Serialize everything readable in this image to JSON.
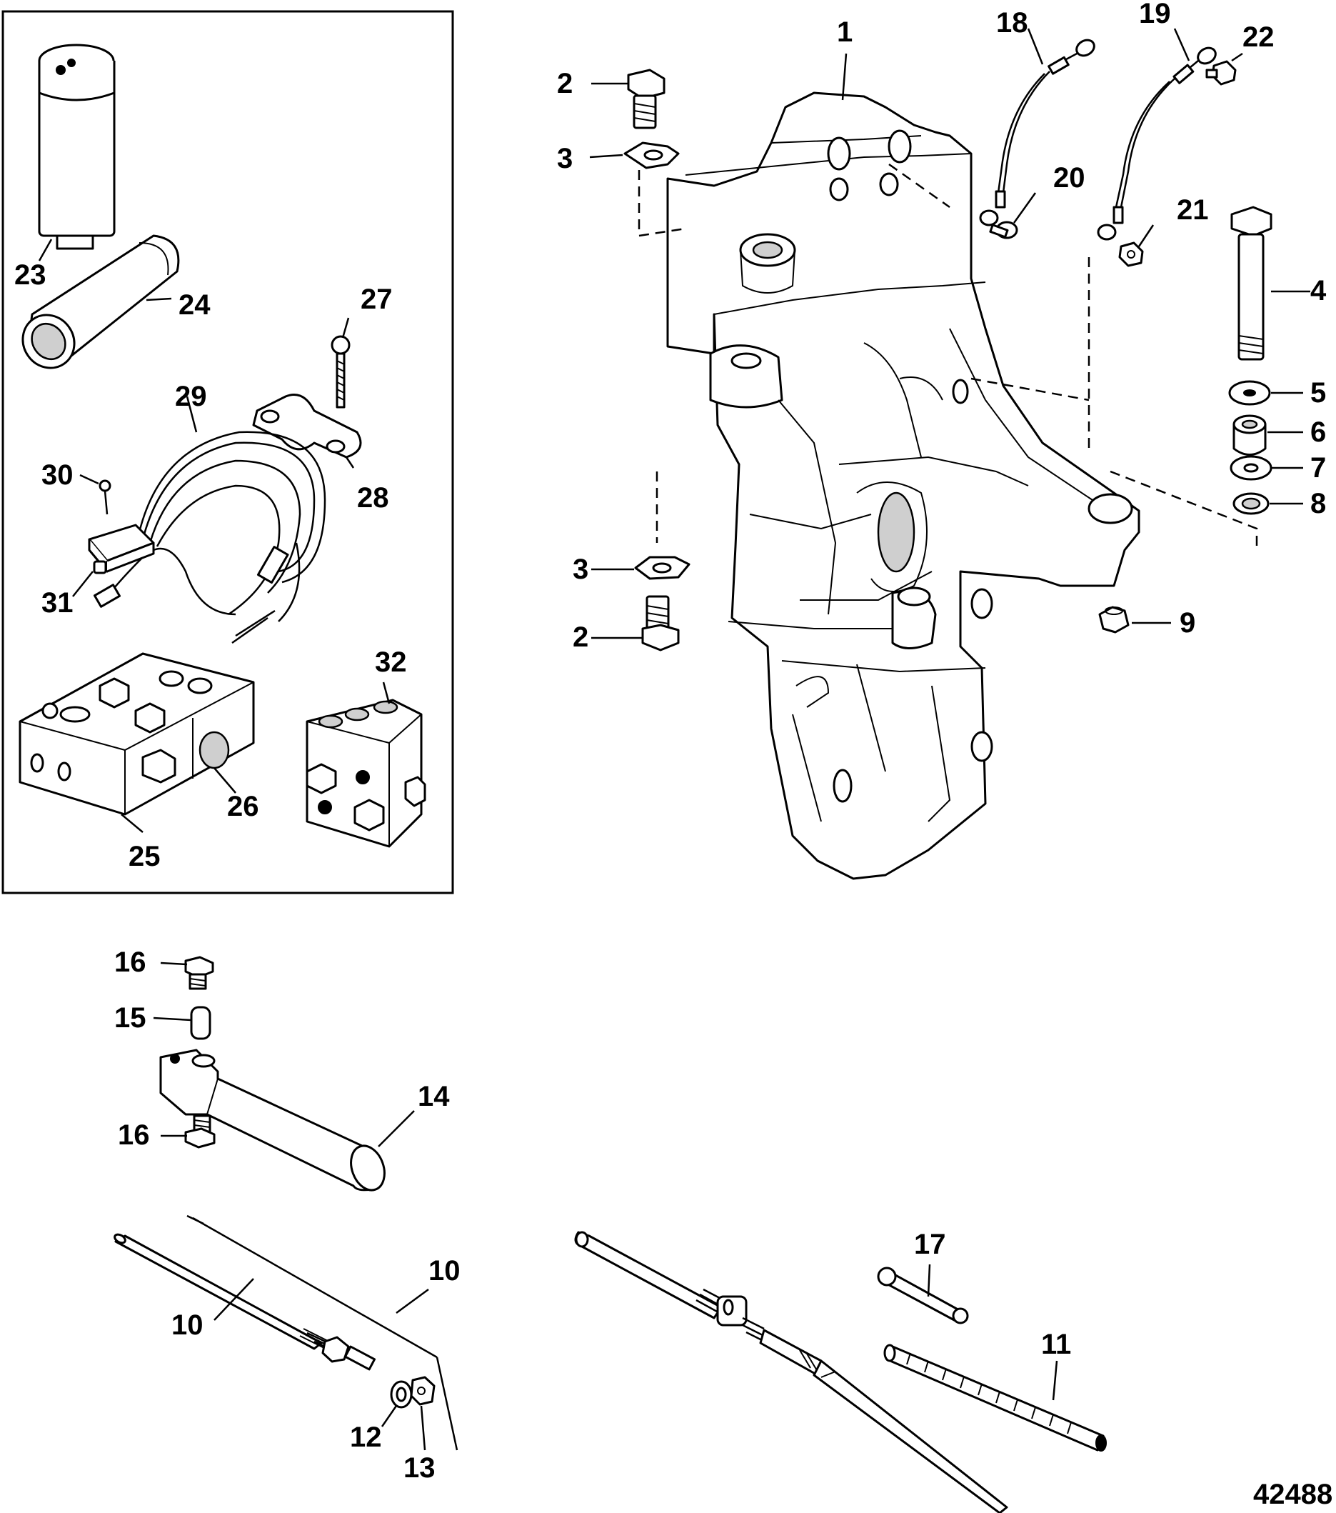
{
  "figure_number": "42488",
  "callouts": [
    {
      "id": "c1",
      "label": "1"
    },
    {
      "id": "c2a",
      "label": "2"
    },
    {
      "id": "c2b",
      "label": "2"
    },
    {
      "id": "c3a",
      "label": "3"
    },
    {
      "id": "c3b",
      "label": "3"
    },
    {
      "id": "c4",
      "label": "4"
    },
    {
      "id": "c5",
      "label": "5"
    },
    {
      "id": "c6",
      "label": "6"
    },
    {
      "id": "c7",
      "label": "7"
    },
    {
      "id": "c8",
      "label": "8"
    },
    {
      "id": "c9",
      "label": "9"
    },
    {
      "id": "c10a",
      "label": "10"
    },
    {
      "id": "c10b",
      "label": "10"
    },
    {
      "id": "c11",
      "label": "11"
    },
    {
      "id": "c12",
      "label": "12"
    },
    {
      "id": "c13",
      "label": "13"
    },
    {
      "id": "c14",
      "label": "14"
    },
    {
      "id": "c15",
      "label": "15"
    },
    {
      "id": "c16a",
      "label": "16"
    },
    {
      "id": "c16b",
      "label": "16"
    },
    {
      "id": "c17",
      "label": "17"
    },
    {
      "id": "c18",
      "label": "18"
    },
    {
      "id": "c19",
      "label": "19"
    },
    {
      "id": "c20",
      "label": "20"
    },
    {
      "id": "c21",
      "label": "21"
    },
    {
      "id": "c22",
      "label": "22"
    },
    {
      "id": "c23",
      "label": "23"
    },
    {
      "id": "c24",
      "label": "24"
    },
    {
      "id": "c25",
      "label": "25"
    },
    {
      "id": "c26",
      "label": "26"
    },
    {
      "id": "c27",
      "label": "27"
    },
    {
      "id": "c28",
      "label": "28"
    },
    {
      "id": "c29",
      "label": "29"
    },
    {
      "id": "c30",
      "label": "30"
    },
    {
      "id": "c31",
      "label": "31"
    },
    {
      "id": "c32",
      "label": "32"
    }
  ]
}
